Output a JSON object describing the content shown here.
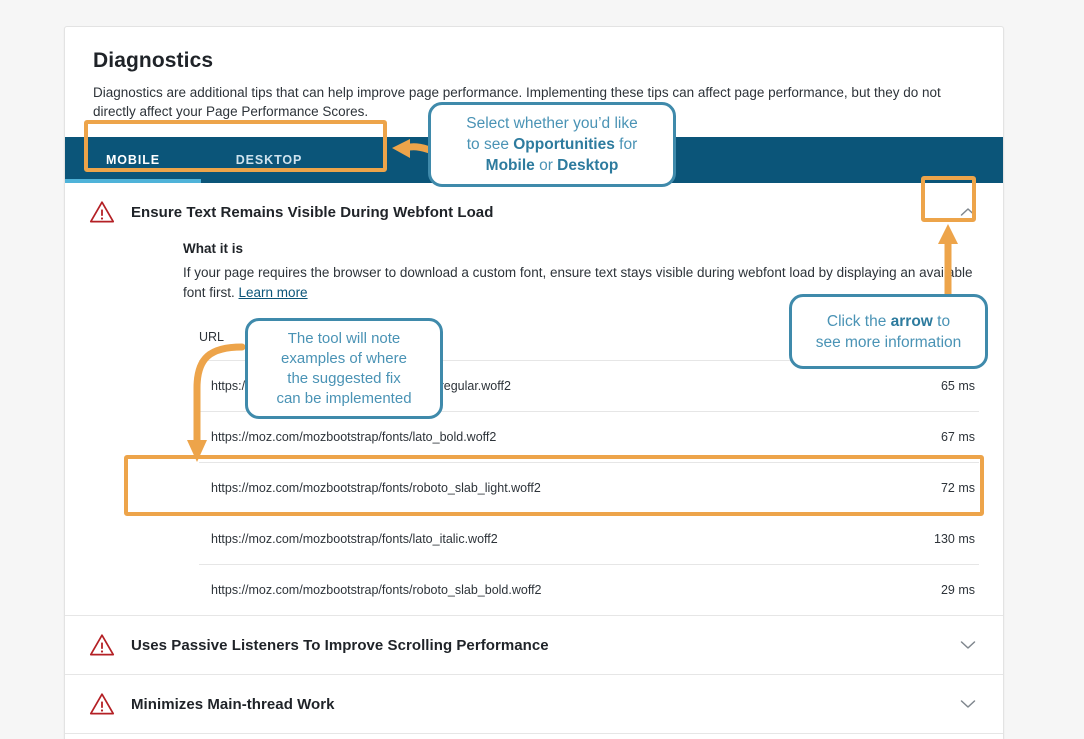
{
  "page": {
    "title": "Diagnostics",
    "description": "Diagnostics are additional tips that can help improve page performance. Implementing these tips can affect page performance, but they do not directly affect your Page Performance Scores."
  },
  "tabs": [
    {
      "label": "MOBILE",
      "active": true
    },
    {
      "label": "DESKTOP",
      "active": false
    }
  ],
  "diagnostics": [
    {
      "title": "Ensure Text Remains Visible During Webfont Load",
      "expanded": true,
      "chevron": "chevron-up",
      "what_it_is_heading": "What it is",
      "what_it_is_text": "If your page requires the browser to download a custom font, ensure text stays visible during webfont load by displaying an available font first. ",
      "learn_more": "Learn more",
      "table": {
        "columns": [
          "URL",
          ""
        ],
        "rows": [
          {
            "url": "https://moz.com/mozbootstrap/fonts/lato_regular.woff2",
            "time": "65 ms",
            "highlighted": false
          },
          {
            "url": "https://moz.com/mozbootstrap/fonts/lato_bold.woff2",
            "time": "67 ms",
            "highlighted": false
          },
          {
            "url": "https://moz.com/mozbootstrap/fonts/roboto_slab_light.woff2",
            "time": "72 ms",
            "highlighted": true
          },
          {
            "url": "https://moz.com/mozbootstrap/fonts/lato_italic.woff2",
            "time": "130 ms",
            "highlighted": false
          },
          {
            "url": "https://moz.com/mozbootstrap/fonts/roboto_slab_bold.woff2",
            "time": "29 ms",
            "highlighted": false
          }
        ]
      }
    },
    {
      "title": "Uses Passive Listeners To Improve Scrolling Performance",
      "expanded": false,
      "chevron": "chevron-down"
    },
    {
      "title": "Minimizes Main-thread Work",
      "expanded": false,
      "chevron": "chevron-down"
    }
  ],
  "annotations": [
    {
      "id": "tabs-callout",
      "line1_pre": "Select whether you’d like",
      "line2_pre": "to see ",
      "line2_bold": "Opportunities",
      "line2_post": " for",
      "line3_bold1": "Mobile",
      "line3_mid": " or ",
      "line3_bold2": "Desktop"
    },
    {
      "id": "arrow-callout",
      "line1_pre": "Click the ",
      "line1_bold": "arrow",
      "line1_post": " to",
      "line2": "see more information"
    },
    {
      "id": "table-callout",
      "line1": "The tool will note",
      "line2": "examples of where",
      "line3": "the suggested fix",
      "line4": "can be implemented"
    }
  ],
  "colors": {
    "tabbar": "#0b5579",
    "tab_active_underline": "#4fb3d9",
    "highlight_orange": "#eda44a",
    "callout_border": "#3f8aab",
    "callout_text": "#4a93b5",
    "warning_red": "#b42025",
    "page_background": "#f6f6f6"
  }
}
